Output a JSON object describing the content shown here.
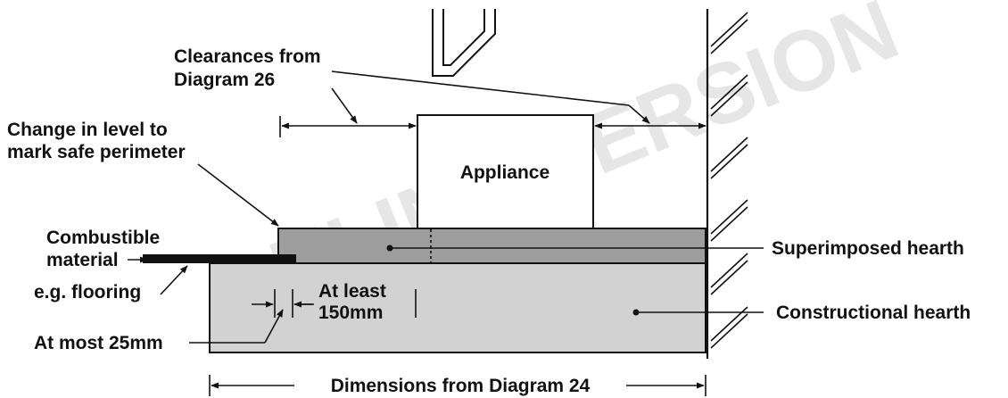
{
  "watermark": "ONLINE VERSION",
  "labels": {
    "clearances_line1": "Clearances from",
    "clearances_line2": "Diagram 26",
    "change_line1": "Change in level to",
    "change_line2": "mark safe perimeter",
    "appliance": "Appliance",
    "combustible_line1": "Combustible",
    "combustible_line2": "material",
    "eg_flooring": "e.g. flooring",
    "at_least_line1": "At least",
    "at_least_line2": "150mm",
    "at_most": "At most 25mm",
    "superimposed": "Superimposed hearth",
    "constructional": "Constructional hearth",
    "dimensions": "Dimensions from Diagram 24"
  },
  "colors": {
    "superimposed_hearth": "#9d9d9d",
    "constructional_hearth": "#d2d2d2",
    "combustible_material": "#111111",
    "line": "#111111",
    "watermark": "#e6e6e6"
  }
}
